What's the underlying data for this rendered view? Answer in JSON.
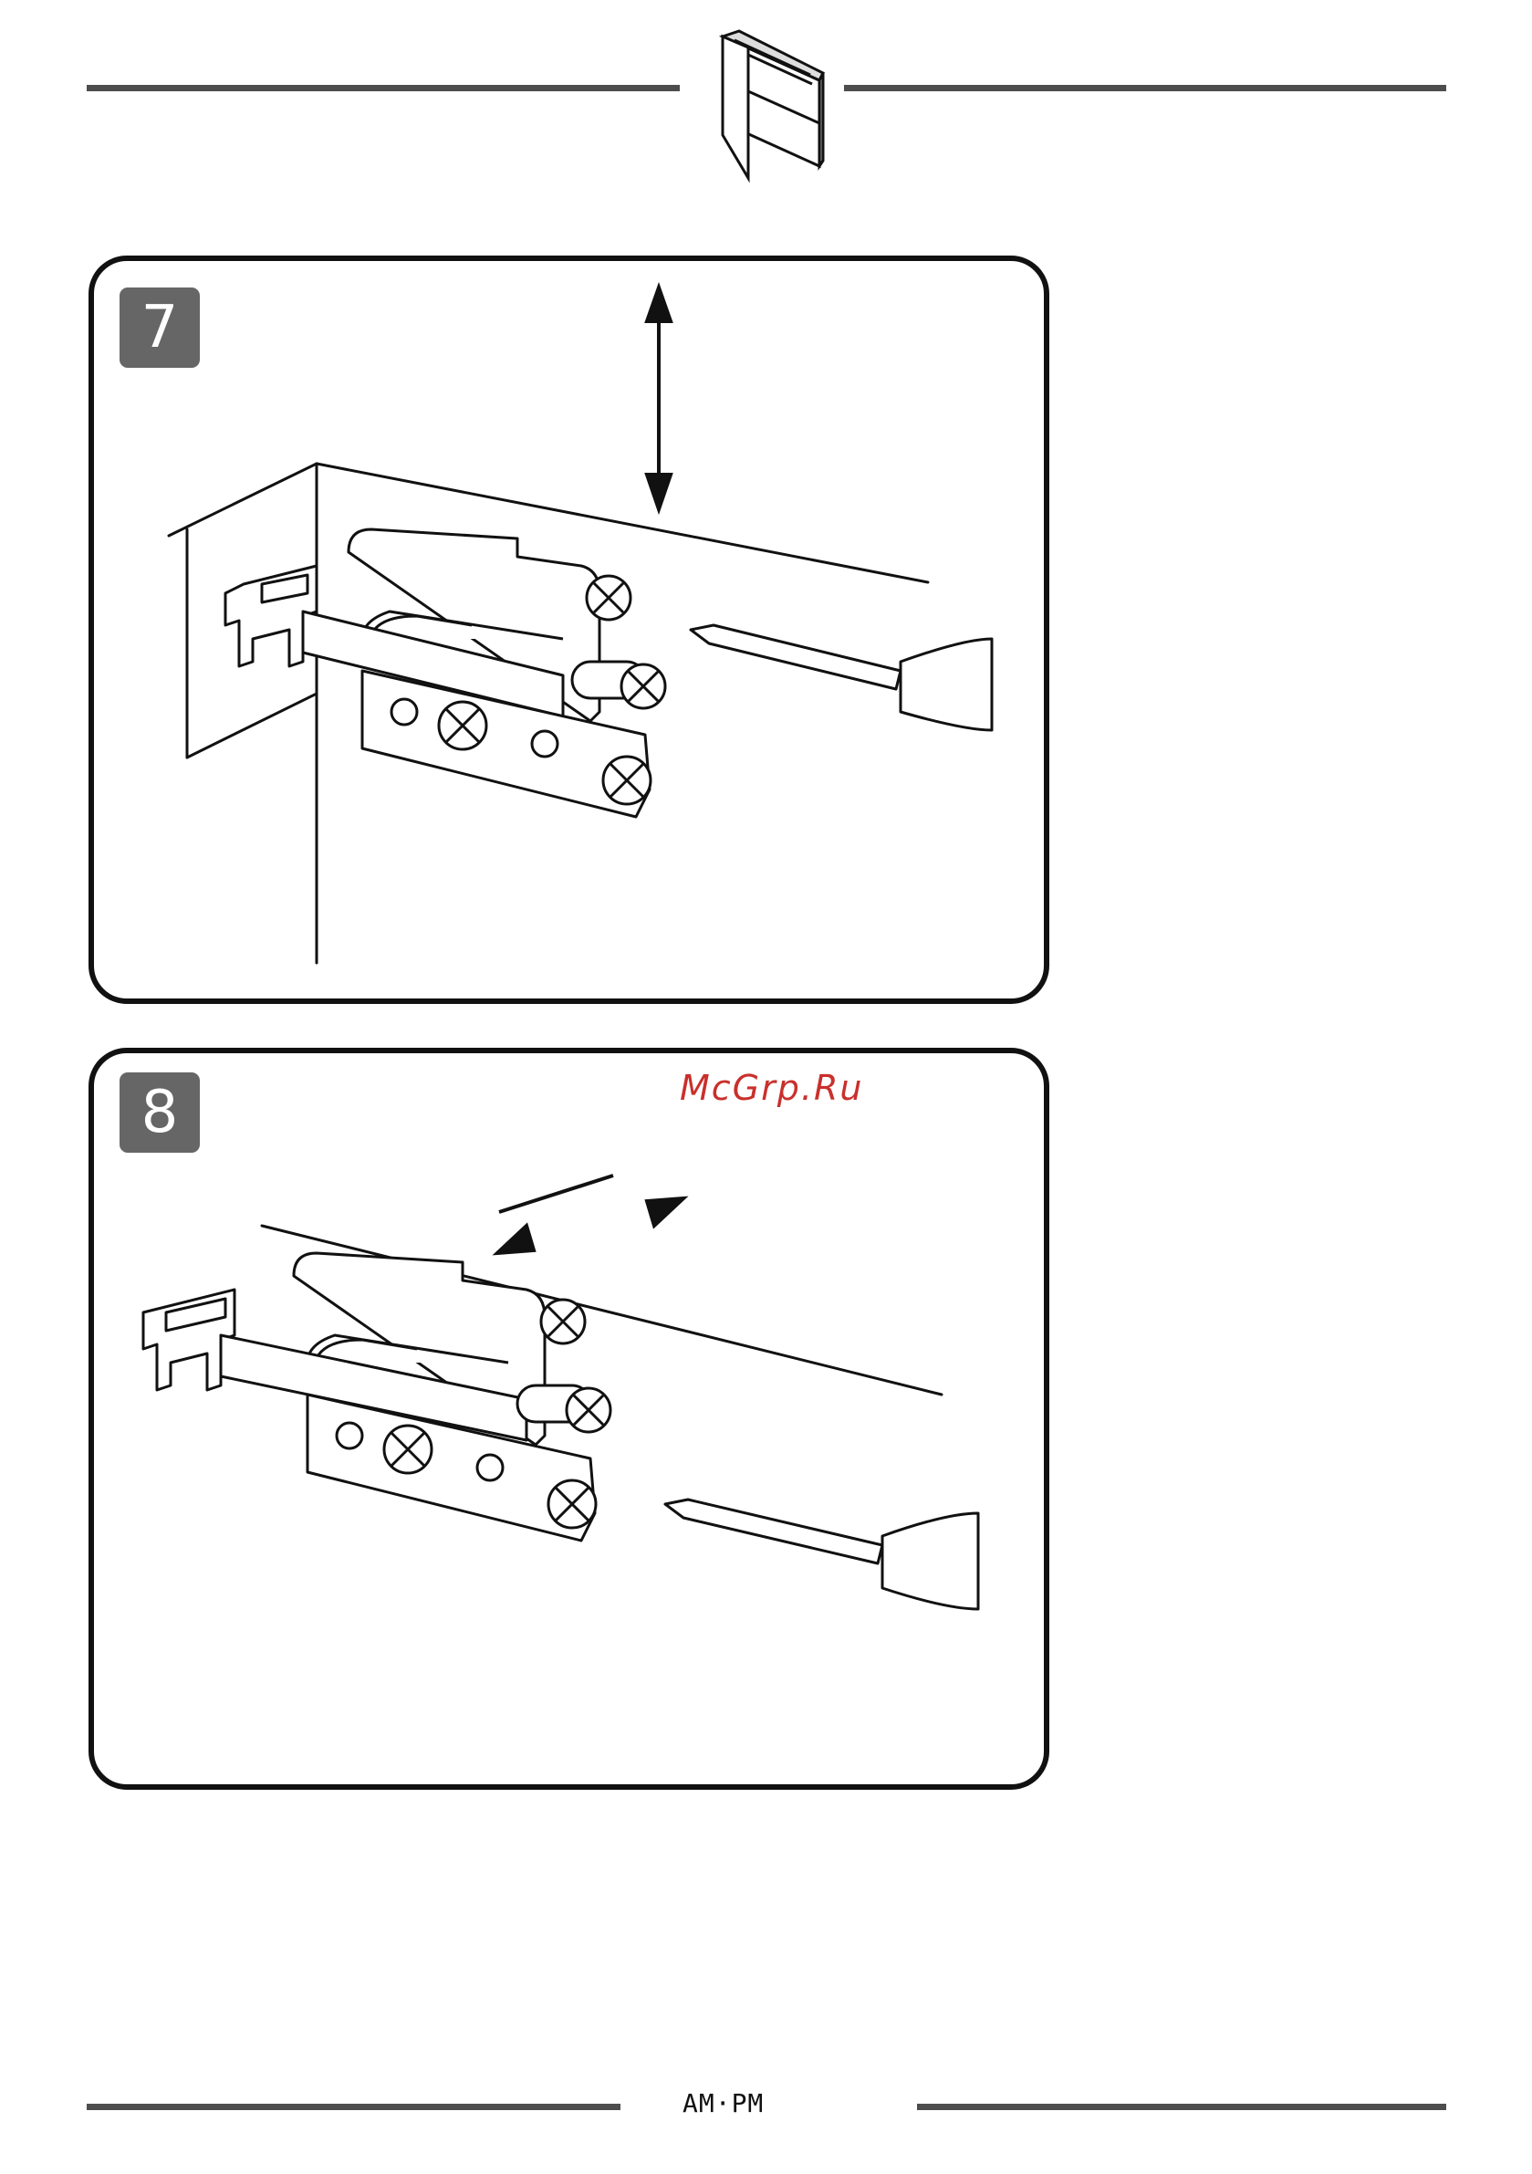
{
  "header": {
    "logo_icon": "cabinet-logo-icon"
  },
  "steps": [
    {
      "number": "7",
      "adjust_arrow": "vertical-double-arrow-icon",
      "tool": "screwdriver-icon",
      "part": "hinge-illustration"
    },
    {
      "number": "8",
      "adjust_arrow": "diagonal-double-arrow-icon",
      "tool": "screwdriver-icon",
      "part": "hinge-illustration"
    }
  ],
  "watermark": "McGrp.Ru",
  "footer": {
    "brand": "AM·PM"
  },
  "colors": {
    "rule": "#4d4d4d",
    "badge": "#666666",
    "watermark": "#c9302c"
  }
}
